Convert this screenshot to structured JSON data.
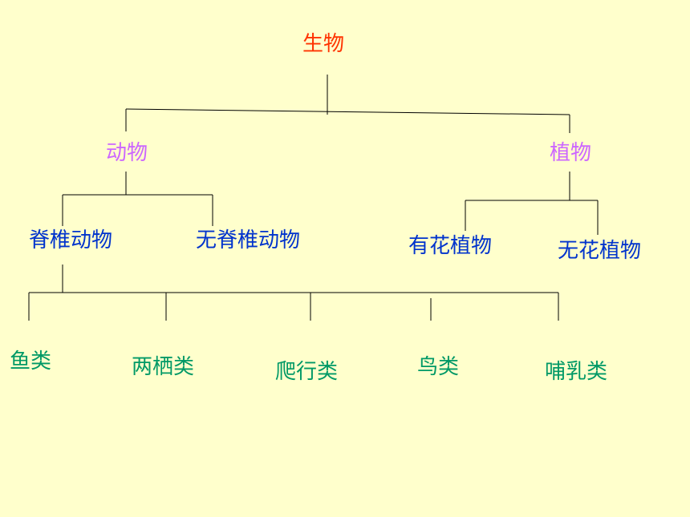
{
  "colors": {
    "background": "#FFFFCC",
    "root": "#FF3300",
    "kingdom": "#CC66FF",
    "group": "#0033CC",
    "class": "#009966",
    "line": "#000000"
  },
  "tree": {
    "root": "生物",
    "kingdoms": {
      "animal": "动物",
      "plant": "植物"
    },
    "groups": {
      "vertebrate": "脊椎动物",
      "invertebrate": "无脊椎动物",
      "flowering": "有花植物",
      "nonflowering": "无花植物"
    },
    "classes": {
      "fish": "鱼类",
      "amphibian": "两栖类",
      "reptile": "爬行类",
      "bird": "鸟类",
      "mammal": "哺乳类"
    }
  }
}
